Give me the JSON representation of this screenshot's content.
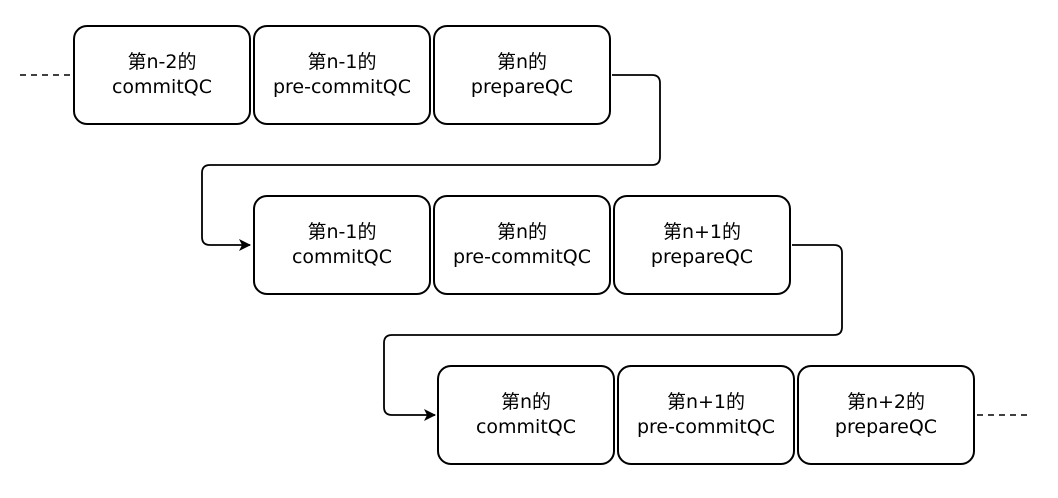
{
  "rows": [
    {
      "blocks": [
        {
          "line1": "第n-2的",
          "line2": "commitQC"
        },
        {
          "line1": "第n-1的",
          "line2": "pre-commitQC"
        },
        {
          "line1": "第n的",
          "line2": "prepareQC"
        }
      ]
    },
    {
      "blocks": [
        {
          "line1": "第n-1的",
          "line2": "commitQC"
        },
        {
          "line1": "第n的",
          "line2": "pre-commitQC"
        },
        {
          "line1": "第n+1的",
          "line2": "prepareQC"
        }
      ]
    },
    {
      "blocks": [
        {
          "line1": "第n的",
          "line2": "commitQC"
        },
        {
          "line1": "第n+1的",
          "line2": "pre-commitQC"
        },
        {
          "line1": "第n+2的",
          "line2": "prepareQC"
        }
      ]
    }
  ],
  "colors": {
    "stroke": "#000000",
    "fill": "#ffffff"
  }
}
